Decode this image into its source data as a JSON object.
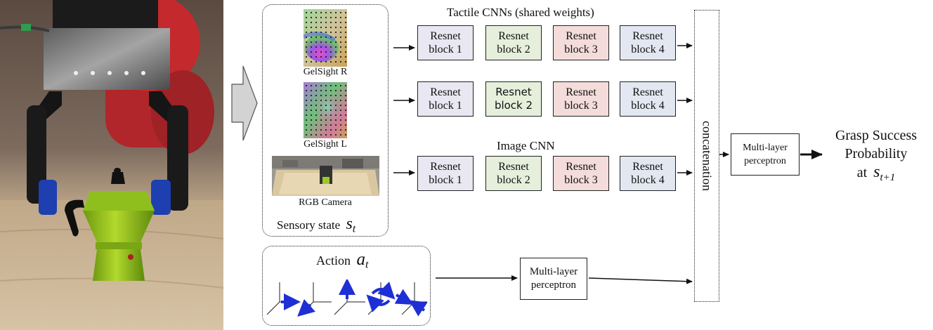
{
  "sensory": {
    "gelsight_r_caption": "GelSight R",
    "gelsight_l_caption": "GelSight L",
    "rgb_caption": "RGB Camera",
    "state_label": "Sensory state",
    "state_symbol": "s",
    "state_subscript": "t"
  },
  "tactile_cnn": {
    "title": "Tactile CNNs (shared weights)",
    "row1": [
      "Resnet\nblock 1",
      "Resnet\nblock 2",
      "Resnet\nblock 3",
      "Resnet\nblock 4"
    ],
    "row2": [
      "Resnet\nblock 1",
      "Resnet\nblock 2",
      "Resnet\nblock 3",
      "Resnet\nblock 4"
    ]
  },
  "image_cnn": {
    "title": "Image CNN",
    "row": [
      "Resnet\nblock 1",
      "Resnet\nblock 2",
      "Resnet\nblock 3",
      "Resnet\nblock 4"
    ]
  },
  "concat_label": "concatenation",
  "action": {
    "label": "Action",
    "symbol": "a",
    "subscript": "t"
  },
  "mlp_action_label": "Multi-layer\nperceptron",
  "mlp_final_label": "Multi-layer\nperceptron",
  "output": {
    "line1": "Grasp Success",
    "line2": "Probability",
    "line3": "at",
    "symbol": "s",
    "subscript": "t+1"
  },
  "colors": {
    "block1": "#e9e7f1",
    "block2": "#e5efdb",
    "block3": "#f3dcda",
    "block4": "#e2e7f1",
    "action_arrows": "#1f2fd6"
  }
}
